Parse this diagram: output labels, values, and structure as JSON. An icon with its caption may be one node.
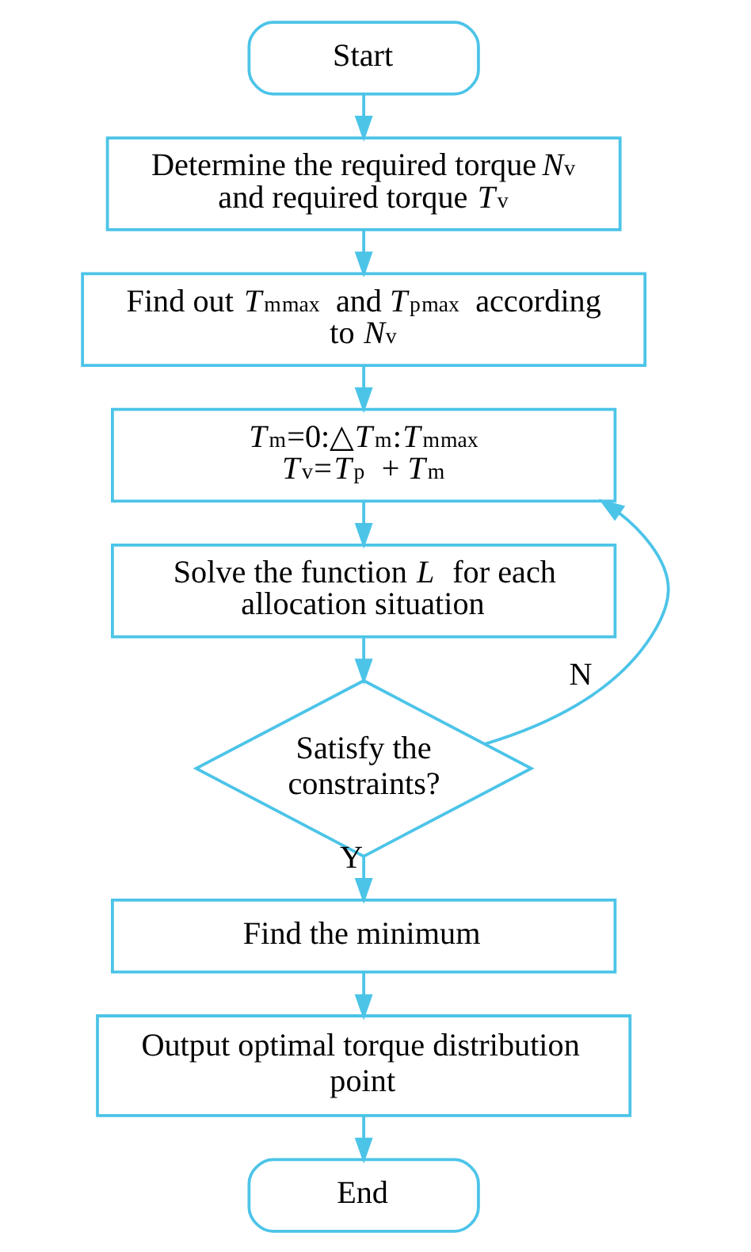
{
  "diagram": {
    "nodes": [
      {
        "text": [
          "Start"
        ]
      },
      {
        "text": [
          "Determine the required torque *N*$_{v}$ and required torque *T*$_{v}$"
        ]
      },
      {
        "text": [
          "Find out *T*$_{m}$$_{max}$ and *T*$_{p}$$_{max}$ according to *N*$_{v}$"
        ]
      },
      {
        "text": [
          "*T*$_{m}$=0:△*T*$_{m}$:*T*$_{m}$$_{max}$",
          "*T*$_{v}$=*T*$_{p}$ + *T*$_{m}$"
        ]
      },
      {
        "text": [
          "Solve the function *L* for each allocation situation"
        ]
      },
      {
        "text": [
          "Satisfy the constraints?"
        ]
      },
      {
        "text": [
          "Find the minimum"
        ]
      },
      {
        "text": [
          "Output optimal torque distribution point"
        ]
      },
      {
        "text": [
          "End"
        ]
      }
    ],
    "edges": [
      {
        "from": 0,
        "to": 1,
        "arrow": "to"
      },
      {
        "from": 1,
        "to": 2,
        "arrow": "to"
      },
      {
        "from": 2,
        "to": 3,
        "arrow": "to"
      },
      {
        "from": 3,
        "to": 4,
        "arrow": "to"
      },
      {
        "from": 4,
        "to": 5,
        "arrow": "to"
      },
      {
        "from": 5,
        "to": 3,
        "arrow": "to",
        "label": "N"
      },
      {
        "from": 5,
        "to": 6,
        "arrow": "to",
        "label": "Y"
      },
      {
        "from": 6,
        "to": 7,
        "arrow": "to"
      },
      {
        "from": 7,
        "to": 8,
        "arrow": "to"
      }
    ]
  }
}
